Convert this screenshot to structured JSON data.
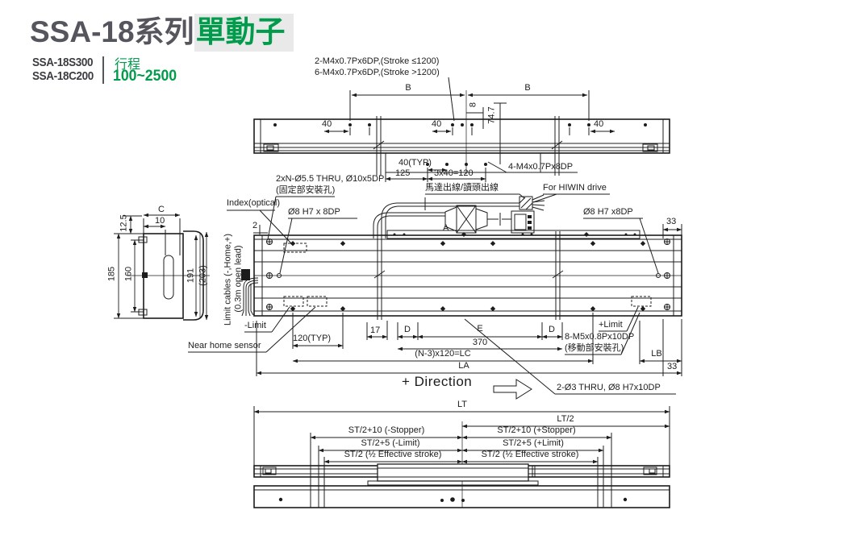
{
  "colors": {
    "accent_green": "#009b4b",
    "title_gray": "#55555e",
    "line_color": "#1c1c1c",
    "highlight_bg": "#e9e9e9"
  },
  "header": {
    "series_title": "SSA-18系列",
    "series_highlight": "單動子",
    "models": [
      "SSA-18S300",
      "SSA-18C200"
    ],
    "stroke_label": "行程",
    "stroke_range": "100~2500"
  },
  "labels": {
    "top_note_1": "2-M4x0.7Px6DP,(Stroke ≤1200)",
    "top_note_2": "6-M4x0.7Px6DP,(Stroke >1200)",
    "dim_b_left": "B",
    "dim_b_right": "B",
    "dim_40_left": "40",
    "dim_40_mid": "40",
    "dim_40_right": "40",
    "dim_8": "8",
    "dim_74_7": "74.7",
    "dim_40_typ": "40(TYP)",
    "dim_125": "125",
    "dim_3x40": "3x40=120",
    "note_4m4": "4-M4x0.7Px8DP",
    "note_mount_holes": "2xN-Ø5.5 THRU, Ø10x5DP",
    "note_mount_holes_zh": "(固定部安裝孔)",
    "note_motor_cable": "馬達出線/讀頭出線",
    "note_hiwin_drive": "For HIWIN drive",
    "note_index": "Index(optical)",
    "note_pin_left": "Ø8 H7 x 8DP",
    "note_pin_right": "Ø8 H7 x8DP",
    "dim_33_top": "33",
    "dim_2": "2",
    "label_a": "A",
    "dim_c": "C",
    "dim_10": "10",
    "dim_12_5": "12.5",
    "dim_185": "185",
    "dim_160": "160",
    "dim_191": "191",
    "dim_203": "(203)",
    "label_limit_cables": "Limit cables (-,Home,+)",
    "label_open_lead": "(0.3m open lead)",
    "label_neg_limit": "-Limit",
    "label_near_home": "Near home sensor",
    "dim_120_typ": "120(TYP)",
    "dim_17": "17",
    "dim_d_left": "D",
    "dim_e": "E",
    "dim_d_right": "D",
    "dim_370": "370",
    "dim_lc": "(N-3)x120=LC",
    "dim_la": "LA",
    "label_pos_limit": "+Limit",
    "note_carriage_holes": "8-M5x0.8Px10DP",
    "note_carriage_holes_zh": "(移動部安裝孔)",
    "dim_lb": "LB",
    "dim_33_bottom": "33",
    "label_direction": "+ Direction",
    "note_dowel": "2-Ø3 THRU, Ø8 H7x10DP",
    "dim_lt": "LT",
    "dim_lt_half": "LT/2",
    "dim_stopper_neg": "ST/2+10 (-Stopper)",
    "dim_stopper_pos": "ST/2+10 (+Stopper)",
    "dim_limit_neg": "ST/2+5 (-Limit)",
    "dim_limit_pos": "ST/2+5 (+Limit)",
    "dim_stroke_neg": "ST/2 (½ Effective stroke)",
    "dim_stroke_pos": "ST/2 (½ Effective stroke)"
  }
}
